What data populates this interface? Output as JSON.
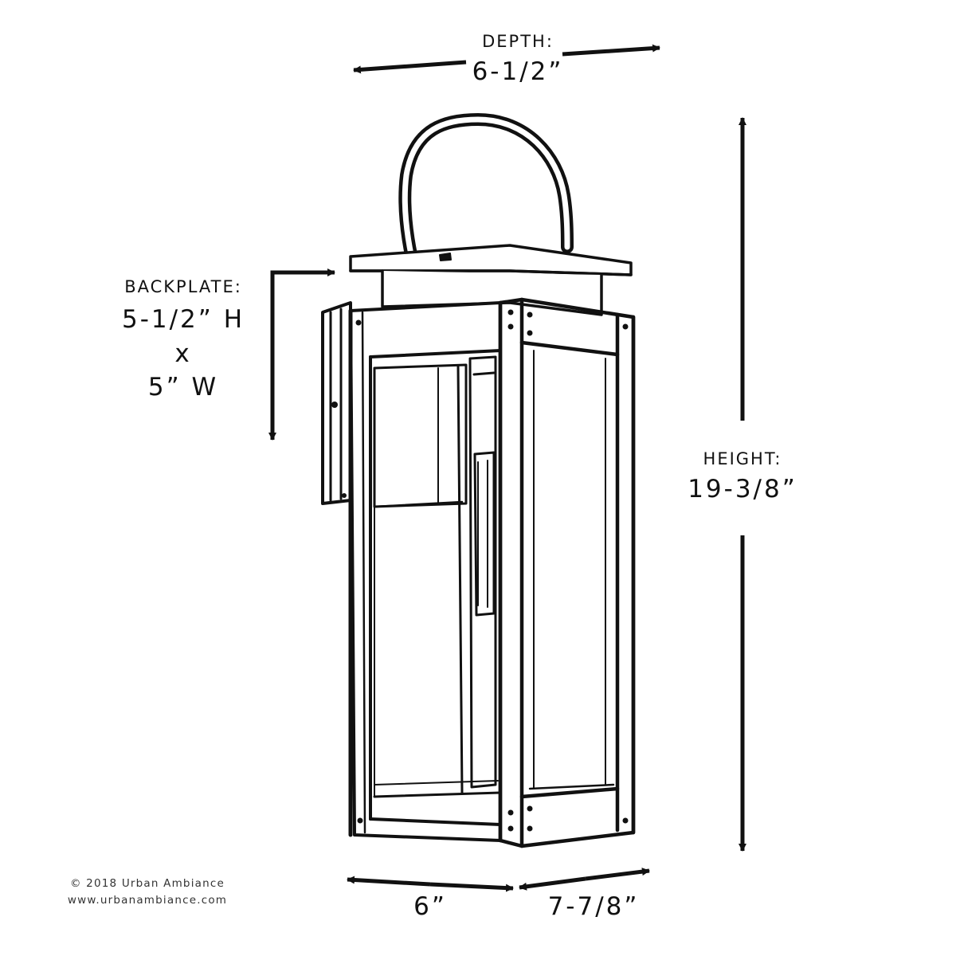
{
  "depth": {
    "title": "DEPTH:",
    "value": "6-1/2”"
  },
  "backplate": {
    "title": "BACKPLATE:",
    "height_value": "5-1/2” H",
    "times": "x",
    "width_value": "5” W"
  },
  "height": {
    "title": "HEIGHT:",
    "value": "19-3/8”"
  },
  "width_front": {
    "value": "6”"
  },
  "width_side": {
    "value": "7-7/8”"
  },
  "credit": {
    "copyright": "© 2018 Urban Ambiance",
    "website": "www.urbanambiance.com"
  },
  "colors": {
    "ink": "#111111",
    "background": "#ffffff"
  },
  "icons": {
    "fixture": "lantern-sketch"
  }
}
